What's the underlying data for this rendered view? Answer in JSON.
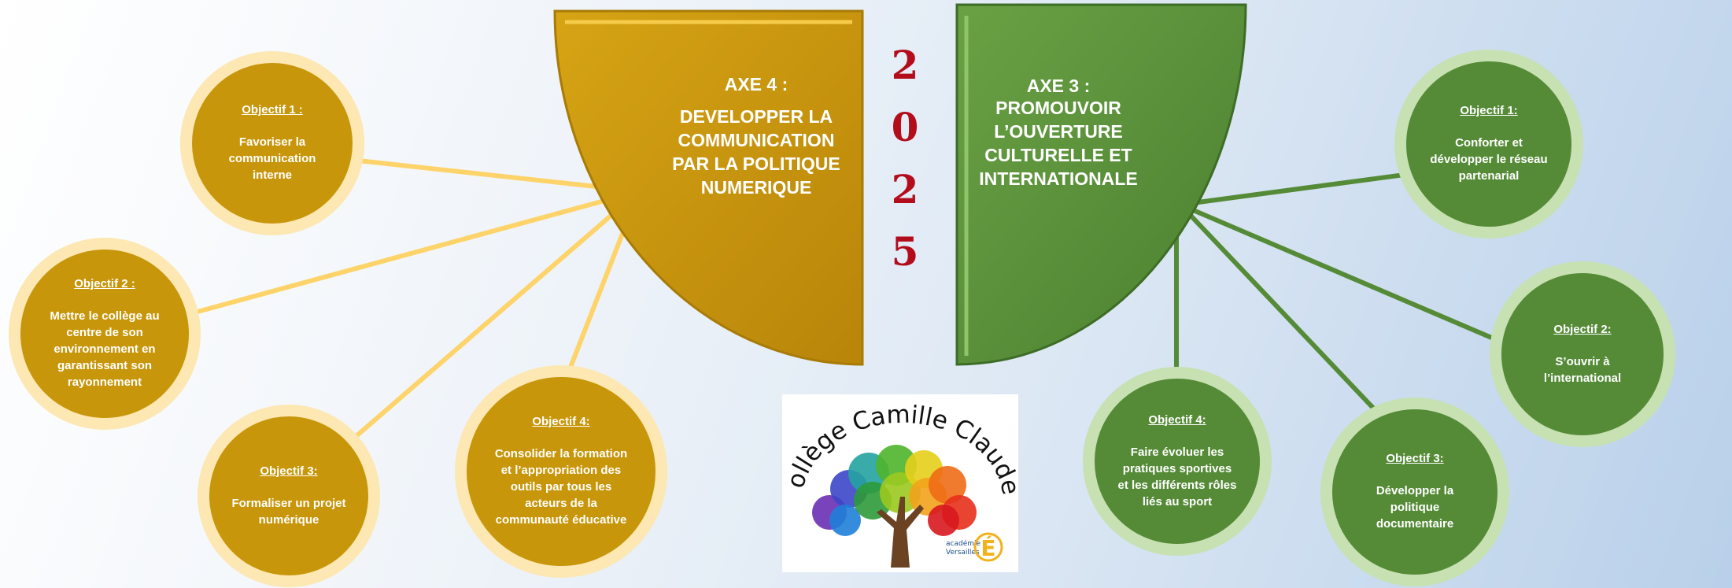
{
  "axe4": {
    "title": "AXE 4 :",
    "text": "DEVELOPPER LA\nCOMMUNICATION\nPAR LA POLITIQUE\nNUMERIQUE",
    "color": "#c8960a"
  },
  "axe3": {
    "title": "AXE 3 :",
    "text": "PROMOUVOIR\nL’OUVERTURE\nCULTURELLE ET\nINTERNATIONALE",
    "color": "#558b37"
  },
  "year_digits": [
    "2",
    "0",
    "2",
    "5"
  ],
  "axe4_objectives": [
    {
      "title": "Objectif 1 :",
      "text": "Favoriser la\ncommunication\ninterne"
    },
    {
      "title": "Objectif 2 :",
      "text": "Mettre le collège au\ncentre de son\nenvironnement en\ngarantissant son\nrayonnement"
    },
    {
      "title": "Objectif 3:",
      "text": "Formaliser un projet\nnumérique"
    },
    {
      "title": "Objectif 4:",
      "text": "Consolider la formation\net l’appropriation des\noutils par tous les\nacteurs de la\ncommunauté éducative"
    }
  ],
  "axe3_objectives": [
    {
      "title": "Objectif 1:",
      "text": "Conforter et\ndévelopper le réseau\npartenarial"
    },
    {
      "title": "Objectif 2:",
      "text": "S’ouvrir à\nl’international"
    },
    {
      "title": "Objectif 3:",
      "text": "Développer la\npolitique\ndocumentaire"
    },
    {
      "title": "Objectif 4:",
      "text": "Faire évoluer les\npratiques sportives\net les différents rôles\nliés au sport"
    }
  ],
  "logo": {
    "school_name": "Collège Camille Claudel",
    "academy_line1": "académie",
    "academy_line2": "Versailles",
    "academy_letter": "É"
  },
  "colors": {
    "gold_connector": "#fdd36a",
    "green_connector": "#558b37",
    "year_red": "#b30d1c"
  }
}
